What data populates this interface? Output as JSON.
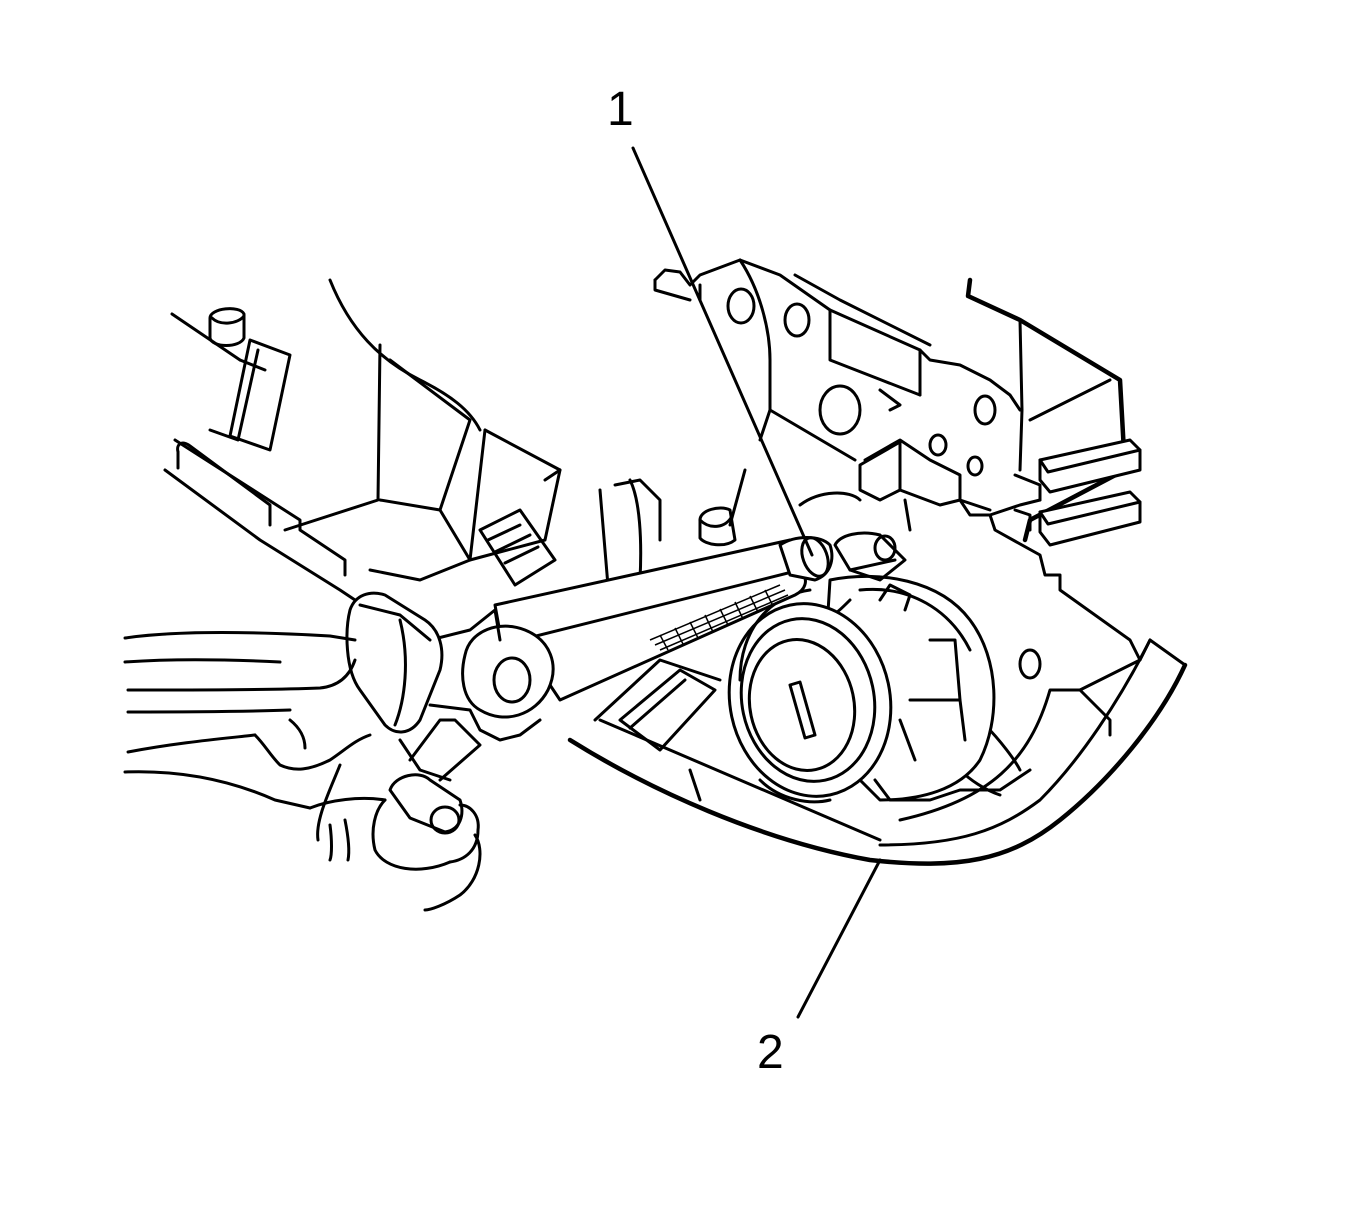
{
  "figure": {
    "callouts": [
      {
        "id": "1",
        "label": "1"
      },
      {
        "id": "2",
        "label": "2"
      }
    ],
    "colors": {
      "ink": "#000000",
      "paper": "#ffffff"
    }
  }
}
